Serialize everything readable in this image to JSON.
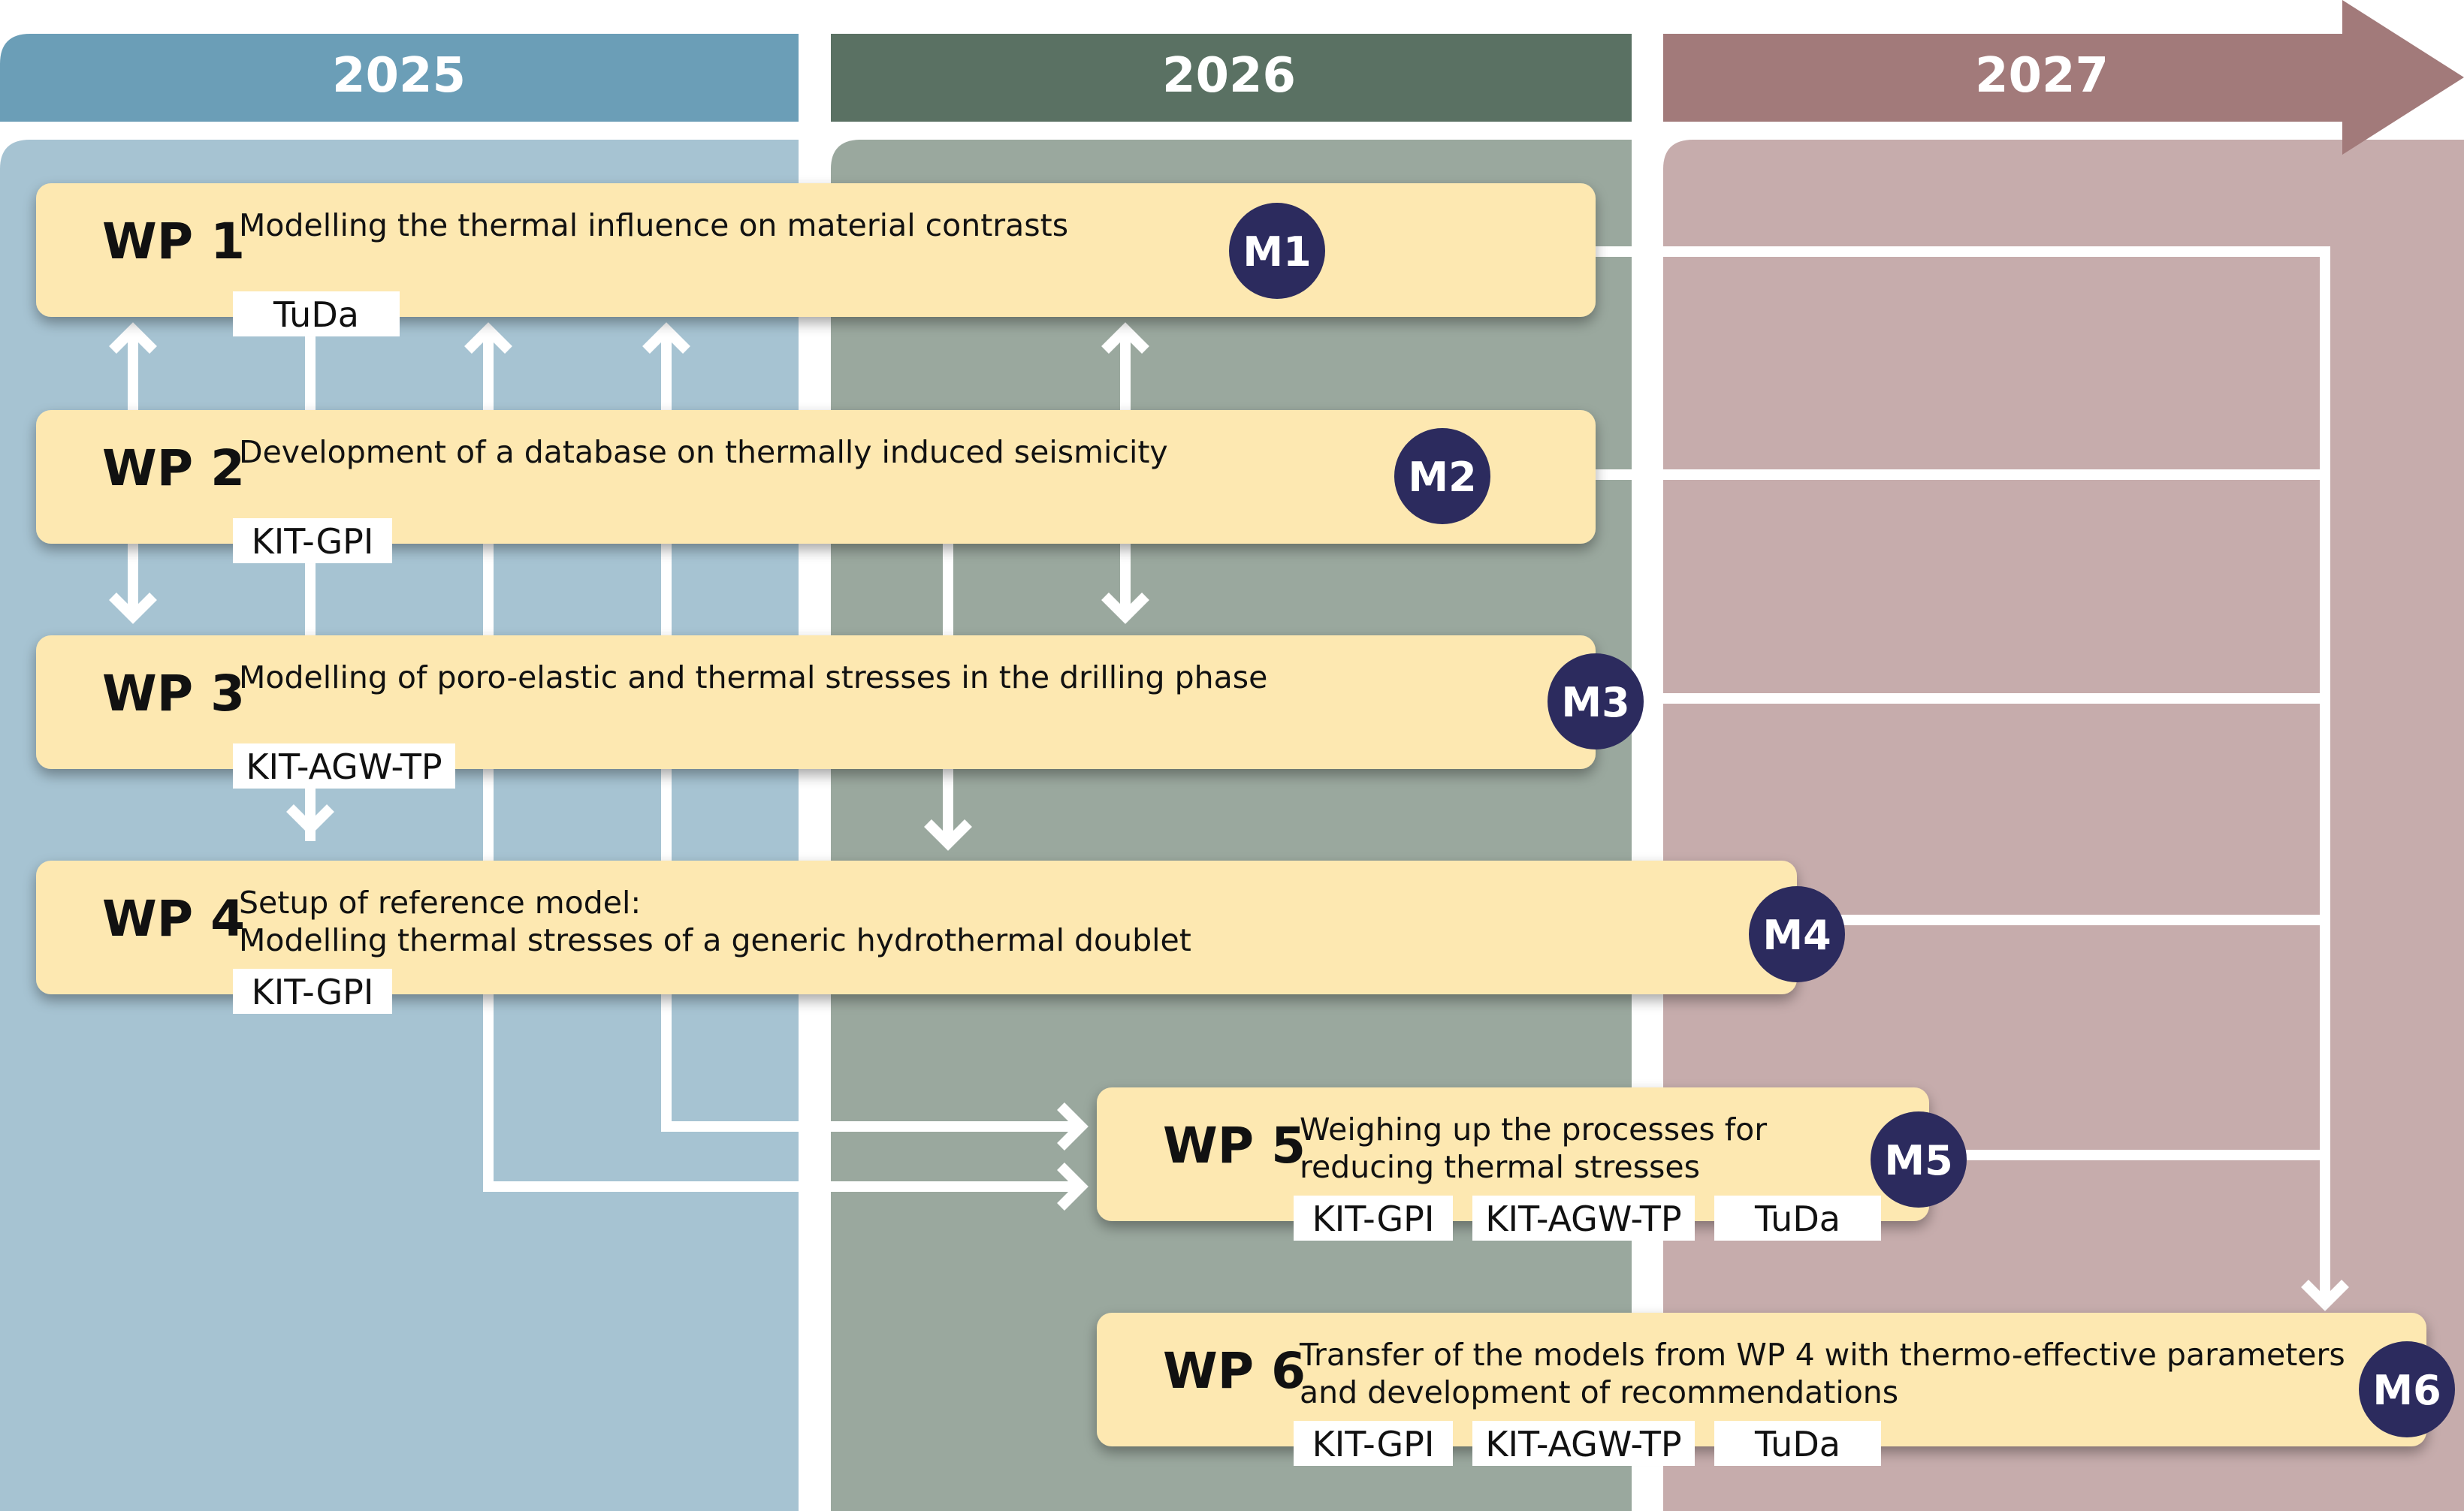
{
  "timeline": {
    "years": [
      "2025",
      "2026",
      "2027"
    ]
  },
  "colors": {
    "year_2025_header": "#6b9eb7",
    "year_2025_bg": "#a6c3d2",
    "year_2026_header": "#5a7163",
    "year_2026_bg": "#9aa89e",
    "year_2027_header": "#a27a7a",
    "year_2027_bg": "#c6acac",
    "work_package": "#fde8b1",
    "milestone": "#2c2b5e",
    "partner_label": "#ffffff",
    "connector": "#ffffff"
  },
  "work_packages": [
    {
      "id": "WP 1",
      "lines": [
        "Modelling the thermal influence on material contrasts"
      ],
      "partners": [
        "TuDa"
      ],
      "milestone": "M1"
    },
    {
      "id": "WP 2",
      "lines": [
        "Development of a database on thermally induced seismicity"
      ],
      "partners": [
        "KIT-GPI"
      ],
      "milestone": "M2"
    },
    {
      "id": "WP 3",
      "lines": [
        "Modelling of poro-elastic and thermal stresses in the drilling phase"
      ],
      "partners": [
        "KIT-AGW-TP"
      ],
      "milestone": "M3"
    },
    {
      "id": "WP 4",
      "lines": [
        "Setup of reference model:",
        "Modelling thermal stresses of a generic hydrothermal doublet"
      ],
      "partners": [
        "KIT-GPI"
      ],
      "milestone": "M4"
    },
    {
      "id": "WP 5",
      "lines": [
        "Weighing up the processes for",
        "reducing thermal stresses"
      ],
      "partners": [
        "KIT-GPI",
        "KIT-AGW-TP",
        "TuDa"
      ],
      "milestone": "M5"
    },
    {
      "id": "WP 6",
      "lines": [
        "Transfer of the models from WP 4 with thermo-effective parameters",
        "and development of recommendations"
      ],
      "partners": [
        "KIT-GPI",
        "KIT-AGW-TP",
        "TuDa"
      ],
      "milestone": "M6"
    }
  ]
}
